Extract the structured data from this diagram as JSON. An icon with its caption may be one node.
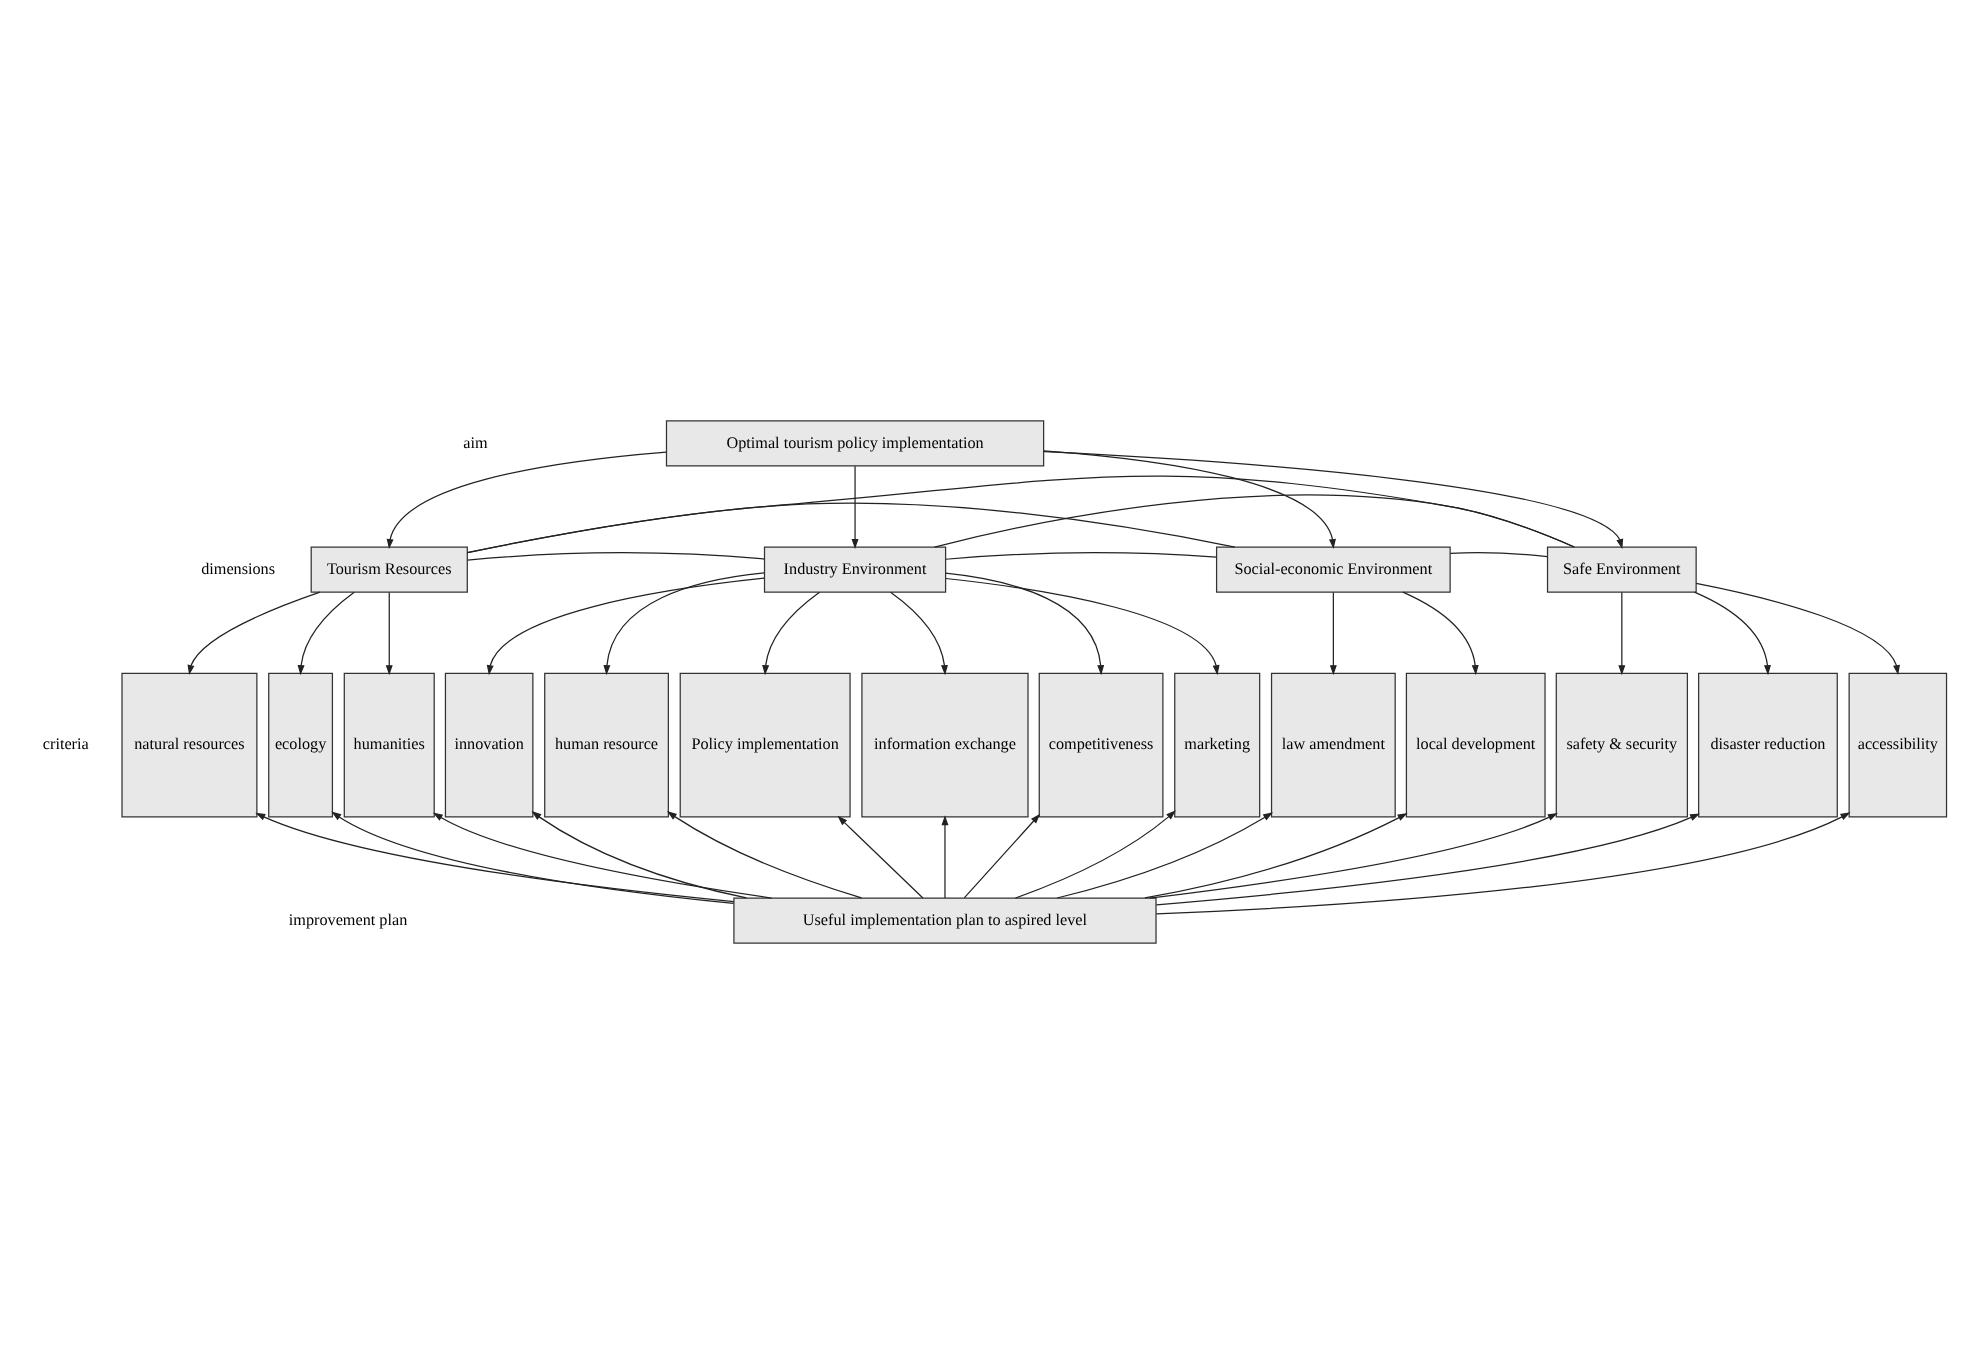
{
  "diagram": {
    "nodes": [
      {
        "text": [
          "Optimal tourism policy implementation"
        ]
      },
      {
        "text": [
          "Tourism Resources"
        ]
      },
      {
        "text": [
          "Industry Environment"
        ]
      },
      {
        "text": [
          "Social-economic Environment"
        ]
      },
      {
        "text": [
          "Safe Environment"
        ]
      },
      {
        "text": [
          "natural resources"
        ]
      },
      {
        "text": [
          "ecology"
        ]
      },
      {
        "text": [
          "humanities"
        ]
      },
      {
        "text": [
          "innovation"
        ]
      },
      {
        "text": [
          "human resource"
        ]
      },
      {
        "text": [
          "Policy implementation"
        ]
      },
      {
        "text": [
          "information exchange"
        ]
      },
      {
        "text": [
          "competitiveness"
        ]
      },
      {
        "text": [
          "marketing"
        ]
      },
      {
        "text": [
          "law amendment"
        ]
      },
      {
        "text": [
          "local development"
        ]
      },
      {
        "text": [
          "safety & security"
        ]
      },
      {
        "text": [
          "disaster reduction"
        ]
      },
      {
        "text": [
          "accessibility"
        ]
      },
      {
        "text": [
          "Useful implementation plan to aspired level"
        ]
      }
    ],
    "edges": [
      {
        "from": 0,
        "to": 1,
        "arrow": "to"
      },
      {
        "from": 0,
        "to": 2,
        "arrow": "to"
      },
      {
        "from": 0,
        "to": 3,
        "arrow": "to"
      },
      {
        "from": 0,
        "to": 4,
        "arrow": "to"
      },
      {
        "from": 1,
        "to": 2,
        "arrow": "none"
      },
      {
        "from": 1,
        "to": 3,
        "arrow": "none"
      },
      {
        "from": 1,
        "to": 4,
        "arrow": "none"
      },
      {
        "from": 2,
        "to": 3,
        "arrow": "none"
      },
      {
        "from": 2,
        "to": 4,
        "arrow": "none"
      },
      {
        "from": 3,
        "to": 4,
        "arrow": "none"
      },
      {
        "from": 1,
        "to": 5,
        "arrow": "to"
      },
      {
        "from": 1,
        "to": 6,
        "arrow": "to"
      },
      {
        "from": 1,
        "to": 7,
        "arrow": "to"
      },
      {
        "from": 2,
        "to": 8,
        "arrow": "to"
      },
      {
        "from": 2,
        "to": 9,
        "arrow": "to"
      },
      {
        "from": 2,
        "to": 10,
        "arrow": "to"
      },
      {
        "from": 2,
        "to": 11,
        "arrow": "to"
      },
      {
        "from": 2,
        "to": 12,
        "arrow": "to"
      },
      {
        "from": 2,
        "to": 13,
        "arrow": "to"
      },
      {
        "from": 3,
        "to": 14,
        "arrow": "to"
      },
      {
        "from": 3,
        "to": 15,
        "arrow": "to"
      },
      {
        "from": 4,
        "to": 16,
        "arrow": "to"
      },
      {
        "from": 4,
        "to": 17,
        "arrow": "to"
      },
      {
        "from": 4,
        "to": 18,
        "arrow": "to"
      },
      {
        "from": 19,
        "to": 5,
        "arrow": "to"
      },
      {
        "from": 19,
        "to": 6,
        "arrow": "to"
      },
      {
        "from": 19,
        "to": 7,
        "arrow": "to"
      },
      {
        "from": 19,
        "to": 8,
        "arrow": "to"
      },
      {
        "from": 19,
        "to": 9,
        "arrow": "to"
      },
      {
        "from": 19,
        "to": 10,
        "arrow": "to"
      },
      {
        "from": 19,
        "to": 11,
        "arrow": "to"
      },
      {
        "from": 19,
        "to": 12,
        "arrow": "to"
      },
      {
        "from": 19,
        "to": 13,
        "arrow": "to"
      },
      {
        "from": 19,
        "to": 14,
        "arrow": "to"
      },
      {
        "from": 19,
        "to": 15,
        "arrow": "to"
      },
      {
        "from": 19,
        "to": 16,
        "arrow": "to"
      },
      {
        "from": 19,
        "to": 17,
        "arrow": "to"
      },
      {
        "from": 19,
        "to": 18,
        "arrow": "to"
      }
    ],
    "labels": [
      "aim",
      "dimensions",
      "criteria",
      "improvement plan"
    ]
  }
}
